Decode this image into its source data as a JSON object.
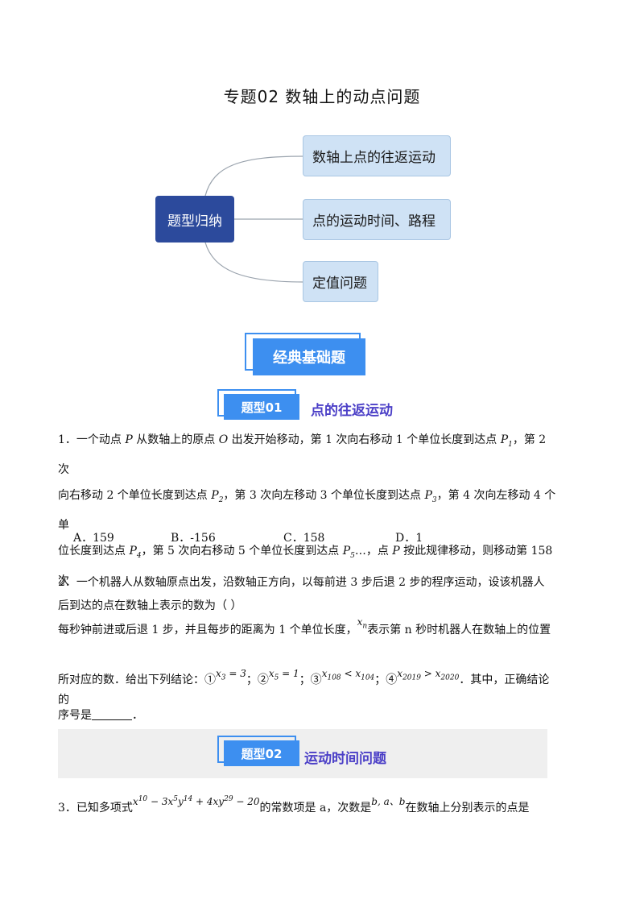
{
  "title": "专题02  数轴上的动点问题",
  "mindmap": {
    "root": "题型归纳",
    "branches": [
      "数轴上点的往返运动",
      "点的运动时间、路程",
      "定值问题"
    ]
  },
  "banner": "经典基础题",
  "section1": {
    "tag": "题型01",
    "title": "点的往返运动"
  },
  "section2": {
    "tag": "题型02",
    "title": "运动时间问题"
  },
  "q1": {
    "line1": "1．一个动点 P 从数轴上的原点 O 出发开始移动，第 1 次向右移动 1 个单位长度到达点 P1，第 2 次",
    "line2": "向右移动 2 个单位长度到达点 P2，第 3 次向左移动 3 个单位长度到达点 P3，第 4 次向左移动 4 个单",
    "line3": "位长度到达点 P4，第 5 次向右移动 5 个单位长度到达点 P5…，点 P 按此规律移动，则移动第 158 次",
    "line4": "后到达的点在数轴上表示的数为（     ）",
    "choices": [
      "A．159",
      "B．-156",
      "C．158",
      "D．1"
    ]
  },
  "q2": {
    "line1": "2．一个机器人从数轴原点出发，沿数轴正方向，以每前进 3 步后退 2 步的程序运动，设该机器人",
    "line2a": "每秒钟前进或后退 1 步，并且每步的距离为 1 个单位长度，",
    "line2b": "表示第 n 秒时机器人在数轴上的位置",
    "line3a": "所对应的数．给出下列结论：①",
    "line3b": "；②",
    "line3c": "；③",
    "line3d": "；④",
    "line3e": "．其中，正确结论的",
    "line4": "序号是",
    "line4end": "．"
  },
  "q3": {
    "line1a": "3．已知多项式",
    "line1b": "的常数项是 a，次数是",
    "line1c": "在数轴上分别表示的点是"
  }
}
